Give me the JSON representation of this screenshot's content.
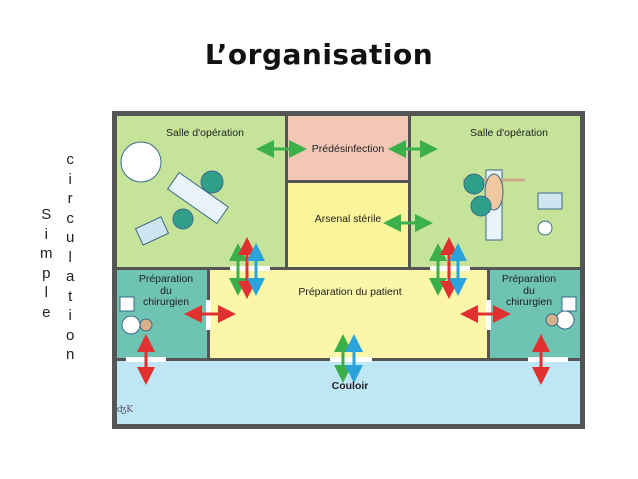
{
  "title": "L’organisation",
  "side_word_1": [
    "S",
    "i",
    "m",
    "p",
    "l",
    "e"
  ],
  "side_word_2": [
    "c",
    "i",
    "r",
    "c",
    "u",
    "l",
    "a",
    "t",
    "i",
    "o",
    "n"
  ],
  "rooms": {
    "salle_op_left": "Salle d'opération",
    "predesinfection": "Prédésinfection",
    "salle_op_right": "Salle d'opération",
    "arsenal": "Arsenal stérile",
    "prep_chir_left": [
      "Préparation",
      "du",
      "chirurgien"
    ],
    "prep_patient": "Préparation du patient",
    "prep_chir_right": [
      "Préparation",
      "du",
      "chirurgien"
    ],
    "couloir": "Couloir"
  },
  "colors": {
    "operating_room": "#c6e39a",
    "predesinfection": "#f3c7b6",
    "arsenal": "#faf59a",
    "prep_chirurgien": "#6fc3b2",
    "prep_patient": "#fbf6a8",
    "couloir": "#bfe6f5",
    "wall": "#555555",
    "arrow_green": "#3bb04a",
    "arrow_red": "#e03030",
    "arrow_blue": "#2aa3dc"
  }
}
